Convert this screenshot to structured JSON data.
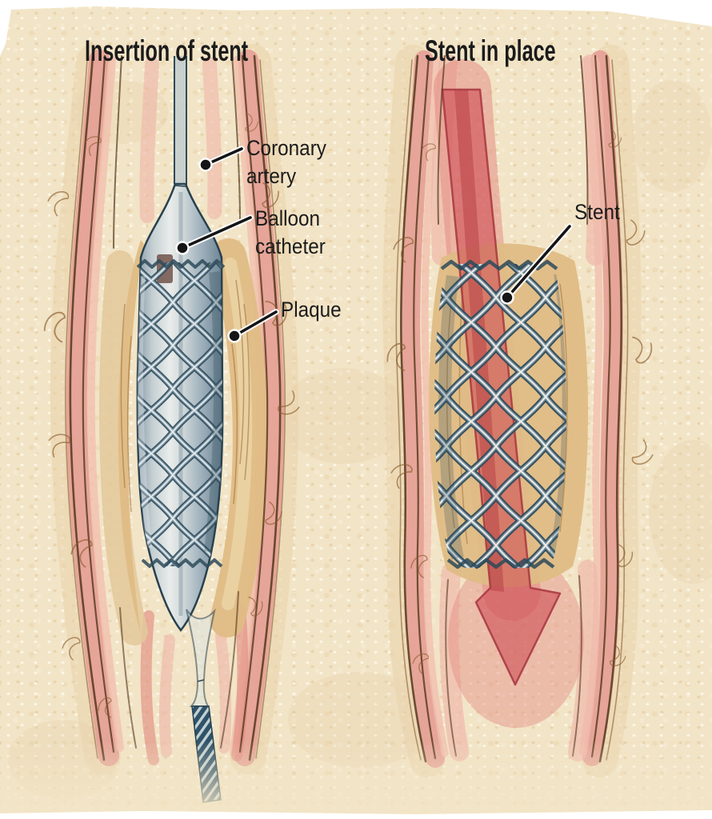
{
  "figure": {
    "type": "medical-illustration",
    "subject": "coronary artery stent placement",
    "panels": [
      {
        "title": "Insertion of stent",
        "labels": [
          {
            "id": "coronary-artery",
            "text": "Coronary\nartery"
          },
          {
            "id": "balloon-catheter",
            "text": "Balloon\ncatheter"
          },
          {
            "id": "plaque",
            "text": "Plaque"
          }
        ]
      },
      {
        "title": "Stent in place",
        "labels": [
          {
            "id": "stent",
            "text": "Stent"
          }
        ],
        "flow_arrow": {
          "direction": "down"
        }
      }
    ],
    "colors": {
      "background_parchment": "#f2e4c6",
      "artery_wall_pink": "#e49b93",
      "lumen_light_pink": "#f1c0ae",
      "plaque_tan": "#dfbc85",
      "stent_steel_blue": "#2e4b5b",
      "balloon_gray": "#c6d0d3",
      "blood_flow_red": "#cf4f57",
      "ink_outline_brown": "#54371c",
      "leader_line_black": "#151515",
      "label_text": "#1b1b1b"
    }
  }
}
